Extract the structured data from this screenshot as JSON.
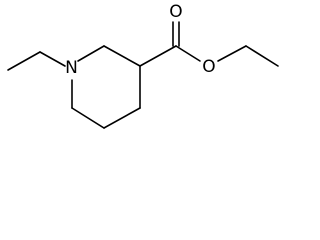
{
  "molecule": {
    "atom_labels": {
      "nitrogen": "N",
      "carbonyl_oxygen": "O",
      "ester_oxygen": "O"
    },
    "colors": {
      "bond": "#000000",
      "text": "#000000",
      "background": "#ffffff"
    }
  }
}
